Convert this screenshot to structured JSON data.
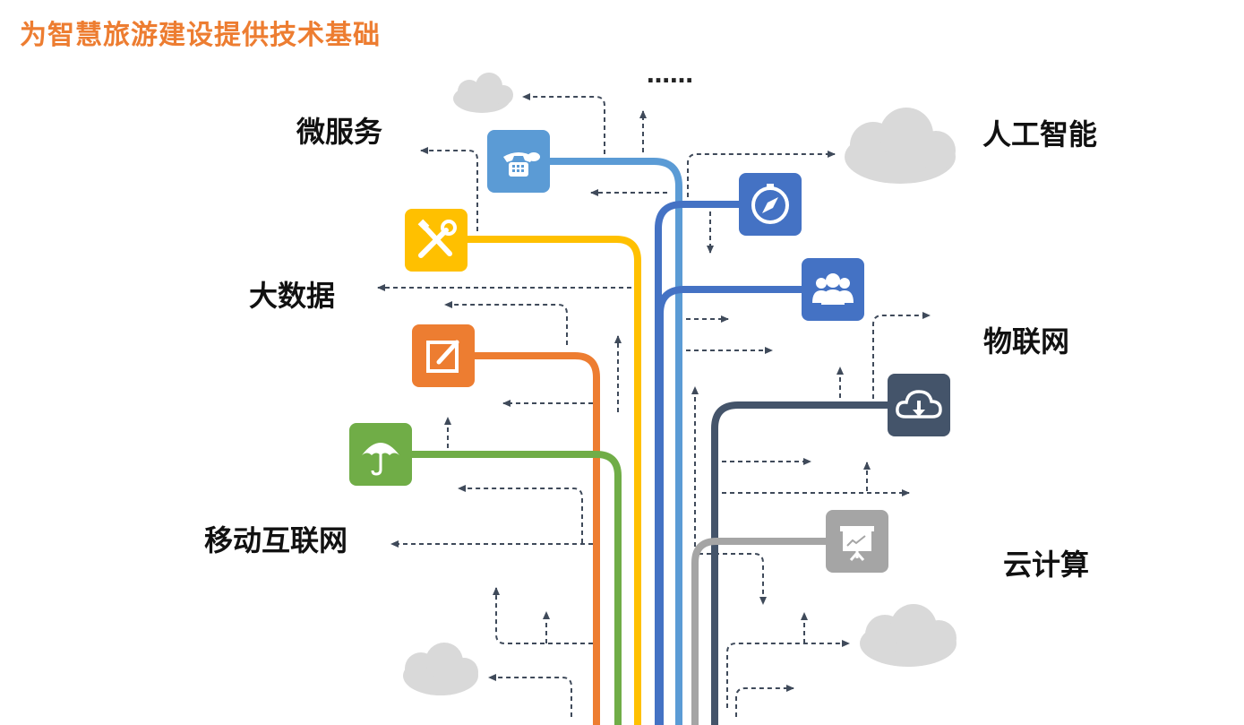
{
  "title": "为智慧旅游建设提供技术基础",
  "ellipsis": "……",
  "labels": {
    "microservice": "微服务",
    "bigdata": "大数据",
    "mobile_internet": "移动互联网",
    "ai": "人工智能",
    "iot": "物联网",
    "cloud_computing": "云计算"
  },
  "colors": {
    "title": "#ED7D31",
    "blue_light": "#5B9BD5",
    "yellow": "#FFC000",
    "orange": "#ED7D31",
    "green": "#70AD47",
    "blue": "#4472C4",
    "slate": "#44546A",
    "gray": "#A5A5A5",
    "cloud": "#D9D9D9",
    "arrow": "#3F4A5A"
  },
  "icons": [
    {
      "name": "telephone-icon",
      "color": "blue_light"
    },
    {
      "name": "tools-icon",
      "color": "yellow"
    },
    {
      "name": "edit-icon",
      "color": "orange"
    },
    {
      "name": "umbrella-icon",
      "color": "green"
    },
    {
      "name": "compass-icon",
      "color": "blue"
    },
    {
      "name": "users-icon",
      "color": "blue"
    },
    {
      "name": "cloud-download-icon",
      "color": "slate"
    },
    {
      "name": "presentation-icon",
      "color": "gray"
    }
  ]
}
